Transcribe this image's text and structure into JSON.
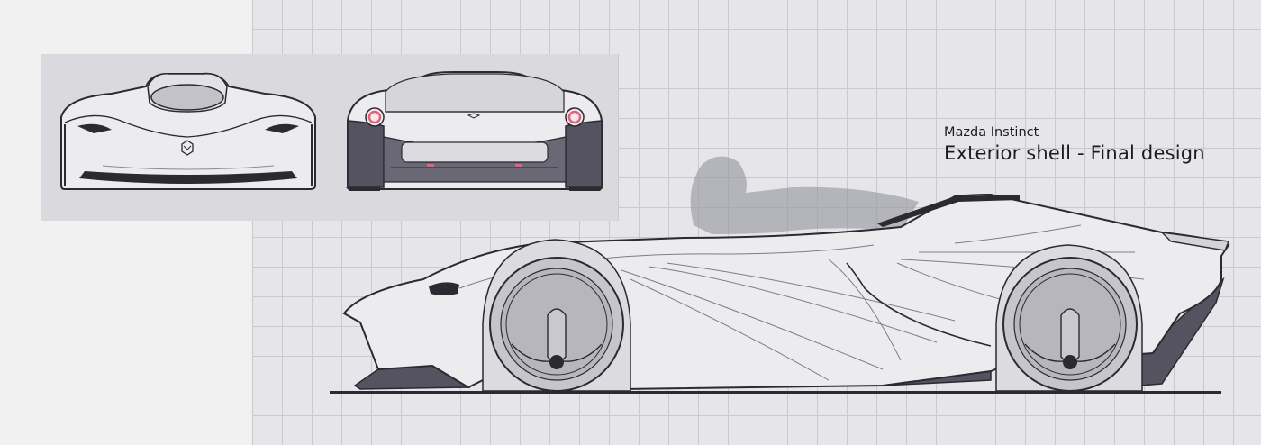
{
  "title": {
    "brand": "Mazda Instinct",
    "subtitle": "Exterior shell - Final design"
  },
  "views": {
    "front": "front-elevation",
    "rear": "rear-elevation",
    "side": "side-elevation"
  },
  "colors": {
    "background": "#f2f2f2",
    "grid_background": "#e6e6ea",
    "grid_line": "#c9c9d0",
    "body_light": "#ececee",
    "body_dark": "#55535f",
    "outline": "#2a2a30",
    "accent_light": "#e0627b",
    "silhouette": "#9a9aa2"
  }
}
